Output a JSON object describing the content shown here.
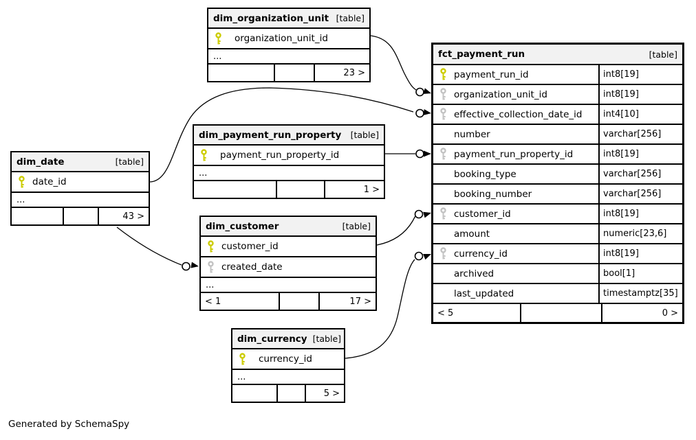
{
  "footer_note": "Generated by SchemaSpy",
  "colors": {
    "primary_key_icon": "#cccc00",
    "foreign_key_icon": "#c3c3c3",
    "table_header_bg": "#f2f2f2",
    "table_border": "#000000"
  },
  "tables": {
    "dim_organization_unit": {
      "name": "dim_organization_unit",
      "tag": "[table]",
      "rows": [
        {
          "key": "pk",
          "name": "organization_unit_id"
        }
      ],
      "ellipsis": "...",
      "footer": {
        "left": "",
        "mid": "",
        "right": "23 >"
      }
    },
    "fct_payment_run": {
      "name": "fct_payment_run",
      "tag": "[table]",
      "rows": [
        {
          "key": "pk",
          "name": "payment_run_id",
          "type": "int8[19]"
        },
        {
          "key": "fk",
          "name": "organization_unit_id",
          "type": "int8[19]"
        },
        {
          "key": "fk",
          "name": "effective_collection_date_id",
          "type": "int4[10]"
        },
        {
          "key": "",
          "name": "number",
          "type": "varchar[256]"
        },
        {
          "key": "fk",
          "name": "payment_run_property_id",
          "type": "int8[19]"
        },
        {
          "key": "",
          "name": "booking_type",
          "type": "varchar[256]"
        },
        {
          "key": "",
          "name": "booking_number",
          "type": "varchar[256]"
        },
        {
          "key": "fk",
          "name": "customer_id",
          "type": "int8[19]"
        },
        {
          "key": "",
          "name": "amount",
          "type": "numeric[23,6]"
        },
        {
          "key": "fk",
          "name": "currency_id",
          "type": "int8[19]"
        },
        {
          "key": "",
          "name": "archived",
          "type": "bool[1]"
        },
        {
          "key": "",
          "name": "last_updated",
          "type": "timestamptz[35]"
        }
      ],
      "footer": {
        "left": "< 5",
        "mid": "",
        "right": "0 >"
      }
    },
    "dim_payment_run_property": {
      "name": "dim_payment_run_property",
      "tag": "[table]",
      "rows": [
        {
          "key": "pk",
          "name": "payment_run_property_id"
        }
      ],
      "ellipsis": "...",
      "footer": {
        "left": "",
        "mid": "",
        "right": "1 >"
      }
    },
    "dim_date": {
      "name": "dim_date",
      "tag": "[table]",
      "rows": [
        {
          "key": "pk",
          "name": "date_id"
        }
      ],
      "ellipsis": "...",
      "footer": {
        "left": "",
        "mid": "",
        "right": "43 >"
      }
    },
    "dim_customer": {
      "name": "dim_customer",
      "tag": "[table]",
      "rows": [
        {
          "key": "pk",
          "name": "customer_id"
        },
        {
          "key": "fk",
          "name": "created_date"
        }
      ],
      "ellipsis": "...",
      "footer": {
        "left": "< 1",
        "mid": "",
        "right": "17 >"
      }
    },
    "dim_currency": {
      "name": "dim_currency",
      "tag": "[table]",
      "rows": [
        {
          "key": "pk",
          "name": "currency_id"
        }
      ],
      "ellipsis": "...",
      "footer": {
        "left": "",
        "mid": "",
        "right": "5 >"
      }
    }
  },
  "relationships": [
    {
      "from": "dim_organization_unit.organization_unit_id",
      "to": "fct_payment_run.organization_unit_id"
    },
    {
      "from": "dim_date.date_id",
      "to": "fct_payment_run.effective_collection_date_id"
    },
    {
      "from": "dim_payment_run_property.payment_run_property_id",
      "to": "fct_payment_run.payment_run_property_id"
    },
    {
      "from": "dim_customer.customer_id",
      "to": "fct_payment_run.customer_id"
    },
    {
      "from": "dim_currency.currency_id",
      "to": "fct_payment_run.currency_id"
    },
    {
      "from": "dim_date.date_id",
      "to": "dim_customer.created_date"
    }
  ]
}
